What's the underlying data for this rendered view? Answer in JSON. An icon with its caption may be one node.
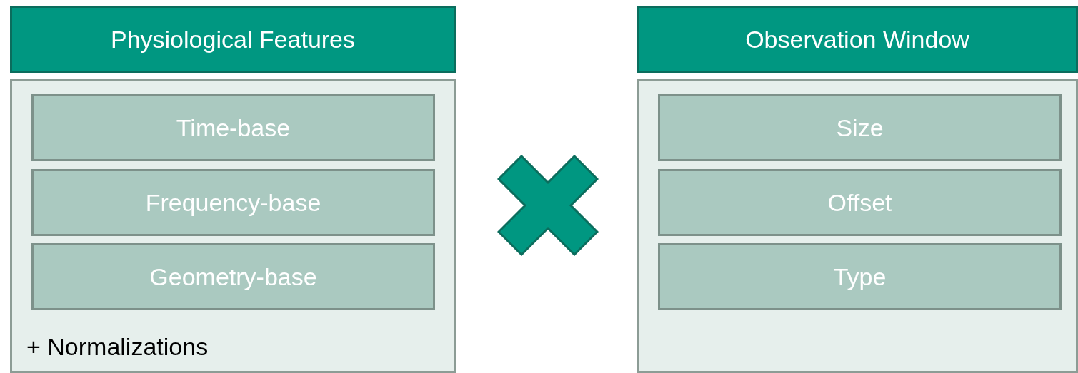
{
  "diagram": {
    "nodes": [
      {
        "text": [
          "Physiological Features"
        ]
      },
      {
        "text": [
          "+ Normalizations"
        ]
      },
      {
        "text": [
          "Time-base"
        ],
        "in": 1
      },
      {
        "text": [
          "Frequency-base"
        ],
        "in": 1
      },
      {
        "text": [
          "Geometry-base"
        ],
        "in": 1
      },
      {
        "text": [
          "Observation Window"
        ]
      },
      {
        "text": [],
        "shape": "box"
      },
      {
        "text": [
          "Size"
        ],
        "in": 6
      },
      {
        "text": [
          "Offset"
        ],
        "in": 6
      },
      {
        "text": [
          "Type"
        ],
        "in": 6
      }
    ]
  }
}
